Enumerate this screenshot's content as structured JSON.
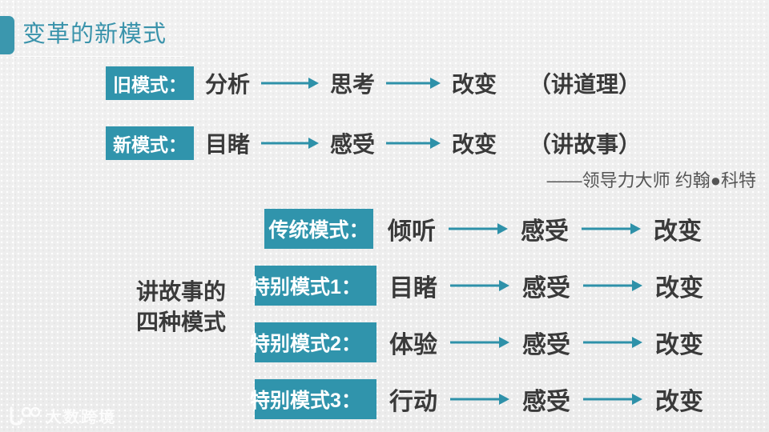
{
  "slide": {
    "title": "变革的新模式",
    "accent_color": "#3b97ae",
    "tag_color": "#3094ac",
    "arrow_color": "#2e91a9",
    "text_color": "#3a3a3a",
    "background_color": "#eeeeee"
  },
  "top_rows": [
    {
      "tag": "旧模式：",
      "steps": [
        "分析",
        "思考",
        "改变"
      ],
      "note": "（讲道理）"
    },
    {
      "tag": "新模式：",
      "steps": [
        "目睹",
        "感受",
        "改变"
      ],
      "note": "（讲故事）"
    }
  ],
  "attribution": "——领导力大师  约翰●科特",
  "group_label": {
    "line1": "讲故事的",
    "line2": "四种模式"
  },
  "bottom_rows": [
    {
      "tag": "传统模式：",
      "steps": [
        "倾听",
        "感受",
        "改变"
      ]
    },
    {
      "tag": "特别模式1：",
      "steps": [
        "目睹",
        "感受",
        "改变"
      ]
    },
    {
      "tag": "特别模式2：",
      "steps": [
        "体验",
        "感受",
        "改变"
      ]
    },
    {
      "tag": "特别模式3：",
      "steps": [
        "行动",
        "感受",
        "改变"
      ]
    }
  ],
  "watermark": {
    "text": "大数跨境",
    "icon": "glasses-logo-icon"
  }
}
